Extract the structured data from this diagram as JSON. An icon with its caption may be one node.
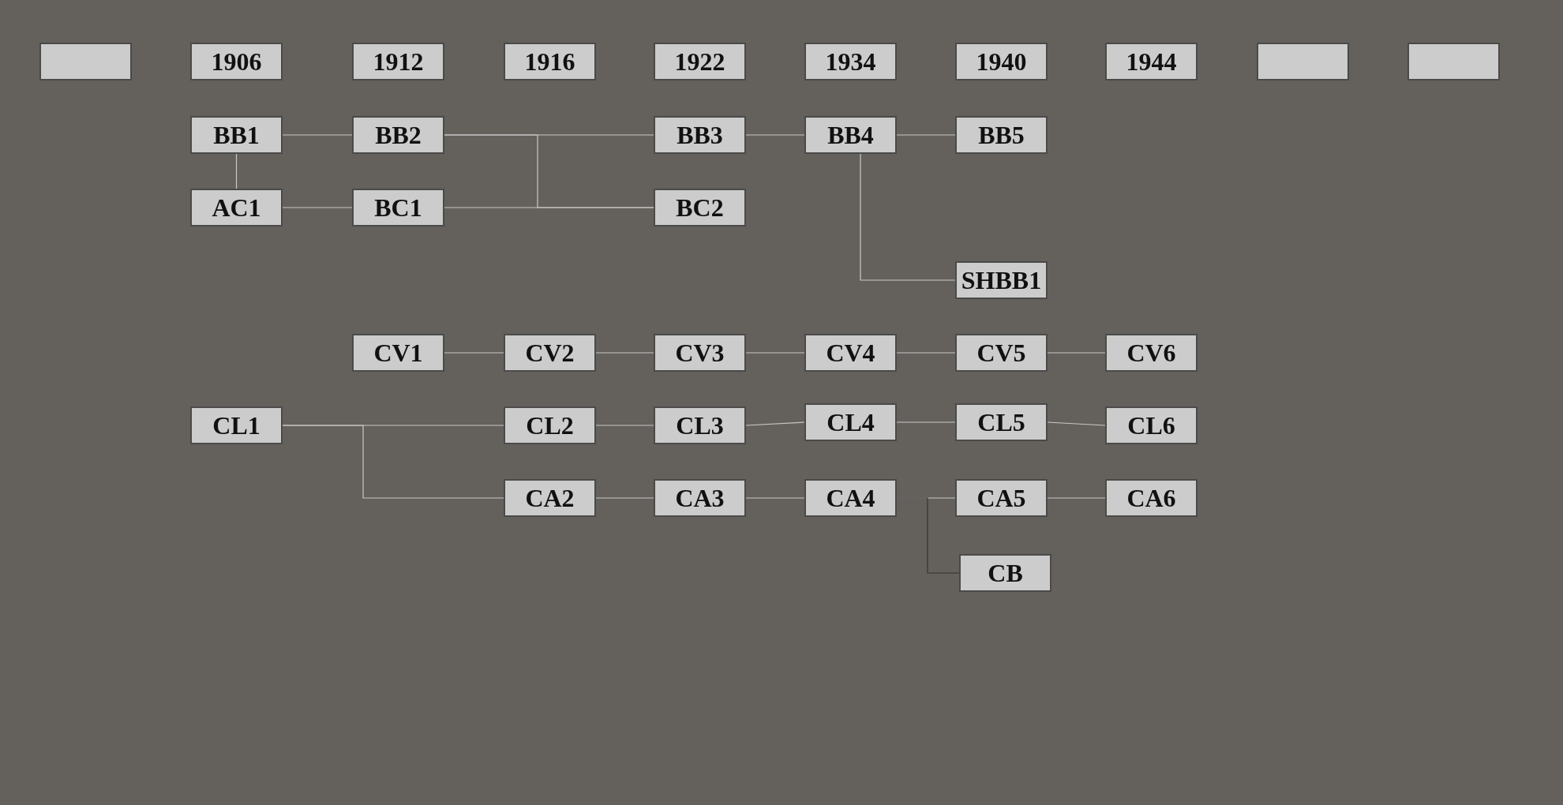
{
  "diagram": {
    "nodes": [
      {
        "text": [],
        "shape": "box"
      },
      {
        "text": [
          "1906"
        ]
      },
      {
        "text": [
          "1912"
        ]
      },
      {
        "text": [
          "1916"
        ]
      },
      {
        "text": [
          "1922"
        ]
      },
      {
        "text": [
          "1934"
        ]
      },
      {
        "text": [
          "1940"
        ]
      },
      {
        "text": [
          "1944"
        ]
      },
      {
        "text": [],
        "shape": "box"
      },
      {
        "text": [],
        "shape": "box"
      },
      {
        "text": [
          "BB1"
        ]
      },
      {
        "text": [
          "BB2"
        ]
      },
      {
        "text": [
          "BB3"
        ]
      },
      {
        "text": [
          "BB4"
        ]
      },
      {
        "text": [
          "BB5"
        ]
      },
      {
        "text": [
          "AC1"
        ]
      },
      {
        "text": [
          "BC1"
        ]
      },
      {
        "text": [
          "BC2"
        ]
      },
      {
        "text": [
          "SHBB1"
        ]
      },
      {
        "text": [
          "CV1"
        ]
      },
      {
        "text": [
          "CV2"
        ]
      },
      {
        "text": [
          "CV3"
        ]
      },
      {
        "text": [
          "CV4"
        ]
      },
      {
        "text": [
          "CV5"
        ]
      },
      {
        "text": [
          "CV6"
        ]
      },
      {
        "text": [
          "CL1"
        ]
      },
      {
        "text": [
          "CL2"
        ]
      },
      {
        "text": [
          "CL3"
        ]
      },
      {
        "text": [
          "CL4"
        ]
      },
      {
        "text": [
          "CL5"
        ]
      },
      {
        "text": [
          "CL6"
        ]
      },
      {
        "text": [
          "CA2"
        ]
      },
      {
        "text": [
          "CA3"
        ]
      },
      {
        "text": [
          "CA4"
        ]
      },
      {
        "text": [
          "CA5"
        ]
      },
      {
        "text": [
          "CA6"
        ]
      },
      {
        "text": [
          "CB"
        ]
      }
    ],
    "edges": [
      {
        "from": 10,
        "to": 11,
        "arrow": "none"
      },
      {
        "from": 10,
        "to": 15,
        "arrow": "none"
      },
      {
        "from": 15,
        "to": 16,
        "arrow": "none"
      },
      {
        "from": 11,
        "to": 12,
        "arrow": "none"
      },
      {
        "from": 11,
        "to": 17,
        "arrow": "none"
      },
      {
        "from": 16,
        "to": 17,
        "arrow": "none"
      },
      {
        "from": 12,
        "to": 13,
        "arrow": "none"
      },
      {
        "from": 13,
        "to": 14,
        "arrow": "none"
      },
      {
        "from": 13,
        "to": 18,
        "arrow": "none"
      },
      {
        "from": 19,
        "to": 20,
        "arrow": "none"
      },
      {
        "from": 20,
        "to": 21,
        "arrow": "none"
      },
      {
        "from": 21,
        "to": 22,
        "arrow": "none"
      },
      {
        "from": 22,
        "to": 23,
        "arrow": "none"
      },
      {
        "from": 23,
        "to": 24,
        "arrow": "none"
      },
      {
        "from": 25,
        "to": 26,
        "arrow": "none"
      },
      {
        "from": 25,
        "to": 31,
        "arrow": "none"
      },
      {
        "from": 26,
        "to": 27,
        "arrow": "none"
      },
      {
        "from": 27,
        "to": 28,
        "arrow": "none"
      },
      {
        "from": 28,
        "to": 29,
        "arrow": "none"
      },
      {
        "from": 29,
        "to": 30,
        "arrow": "none"
      },
      {
        "from": 31,
        "to": 32,
        "arrow": "none"
      },
      {
        "from": 32,
        "to": 33,
        "arrow": "none"
      },
      {
        "from": 33,
        "to": 34,
        "arrow": "none"
      },
      {
        "from": 34,
        "to": 35,
        "arrow": "none"
      },
      {
        "from": 33,
        "to": 36,
        "color": "#333333",
        "arrow": "none"
      }
    ]
  }
}
